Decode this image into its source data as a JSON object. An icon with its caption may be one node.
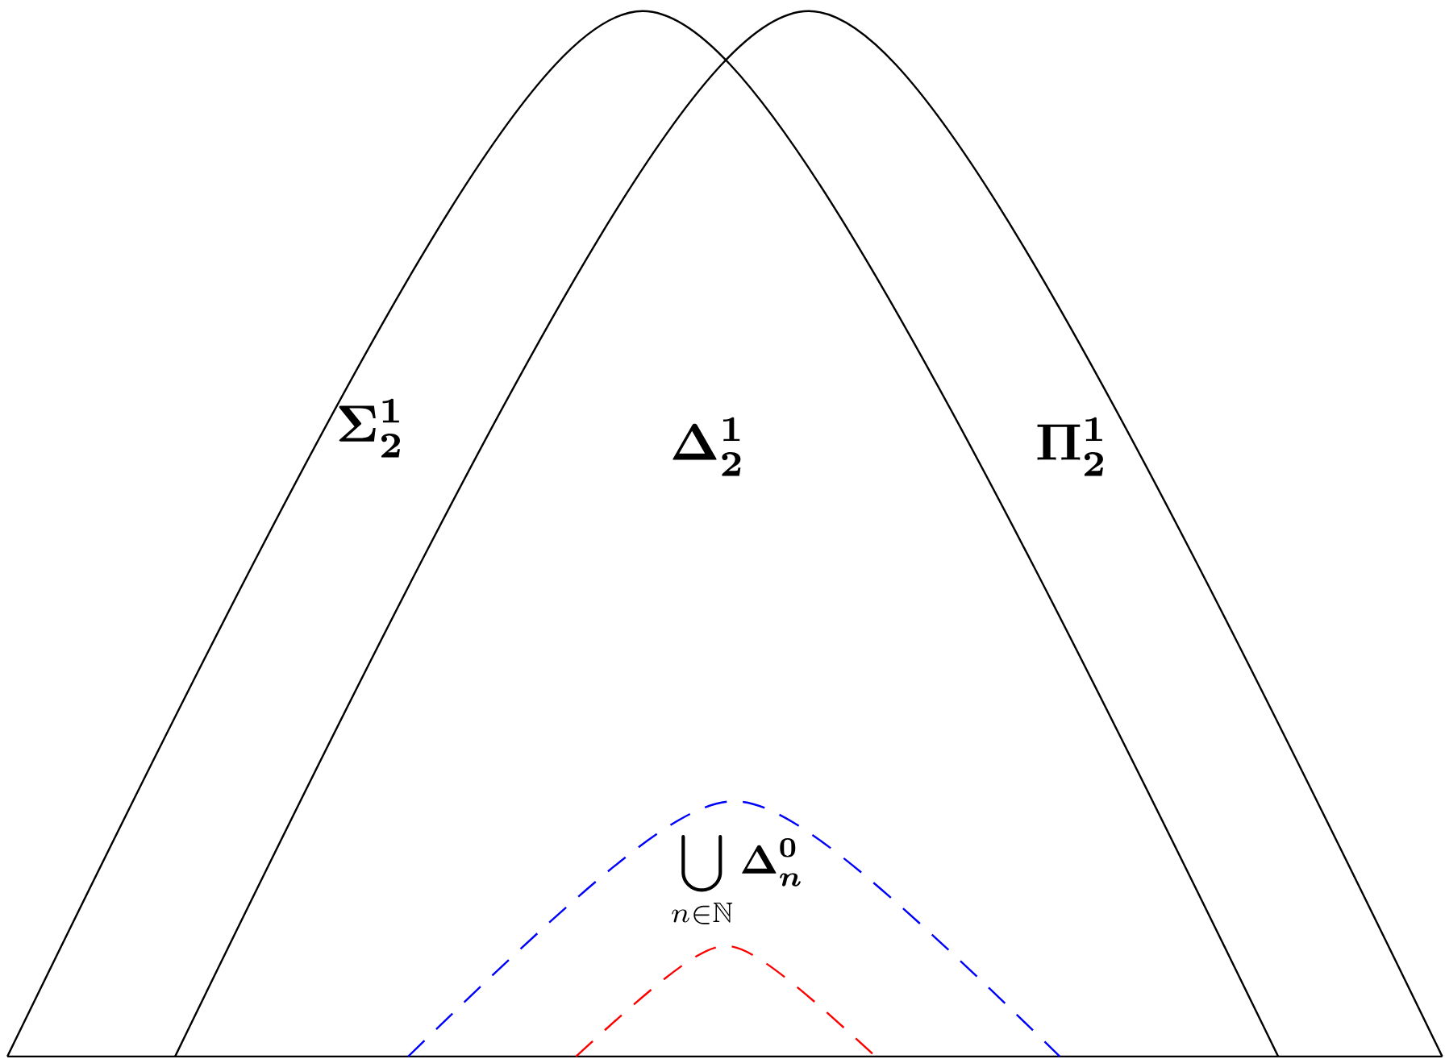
{
  "diagram": {
    "labels": [
      "\\boldsymbol{\\Sigma^1_2}",
      "\\boldsymbol{\\Delta^1_2}",
      "\\boldsymbol{\\Pi^1_2}",
      "\\bigcup_{n\\in\\mathbb{N}}\\boldsymbol{\\Delta^0_n}"
    ]
  }
}
